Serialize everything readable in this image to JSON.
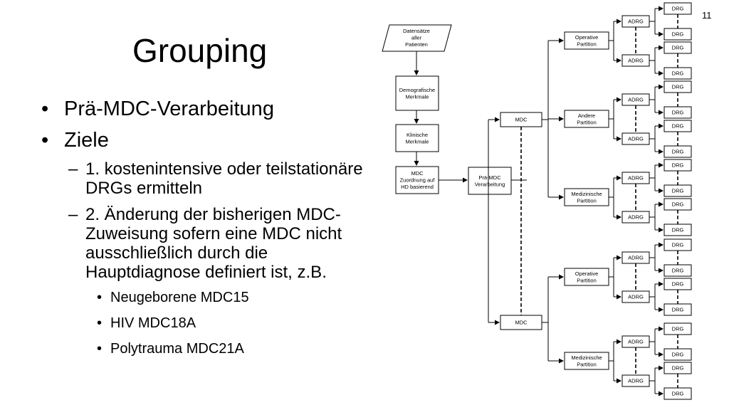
{
  "slide": {
    "number": "11",
    "title": "Grouping",
    "bullets": [
      "Prä-MDC-Verarbeitung",
      "Ziele"
    ],
    "sub_bullets": [
      "1. kostenintensive oder teilstationäre DRGs ermitteln",
      "2. Änderung der bisherigen MDC-Zuweisung sofern eine MDC nicht ausschließlich durch die Hauptdiagnose definiert ist, z.B."
    ],
    "examples": [
      "Neugeborene MDC15",
      "HIV MDC18A",
      "Polytrauma MDC21A"
    ]
  },
  "diagram": {
    "input_lines": [
      "Datensätze",
      "aller",
      "Patienten"
    ],
    "steps": [
      [
        "Demografische",
        "Merkmale"
      ],
      [
        "Klinische",
        "Merkmale"
      ],
      [
        "MDC",
        "Zuordnung auf",
        "HD basierend"
      ]
    ],
    "pre_mdc": [
      "Prä-MDC",
      "Verarbeitung"
    ],
    "mdc_label": "MDC",
    "partitions": [
      [
        "Operative",
        "Partition"
      ],
      [
        "Andere",
        "Partition"
      ],
      [
        "Medizinische",
        "Partition"
      ],
      [
        "Operative",
        "Partition"
      ],
      [
        "Medizinische",
        "Partition"
      ]
    ],
    "adrg_label": "ADRG",
    "drg_label": "DRG"
  }
}
